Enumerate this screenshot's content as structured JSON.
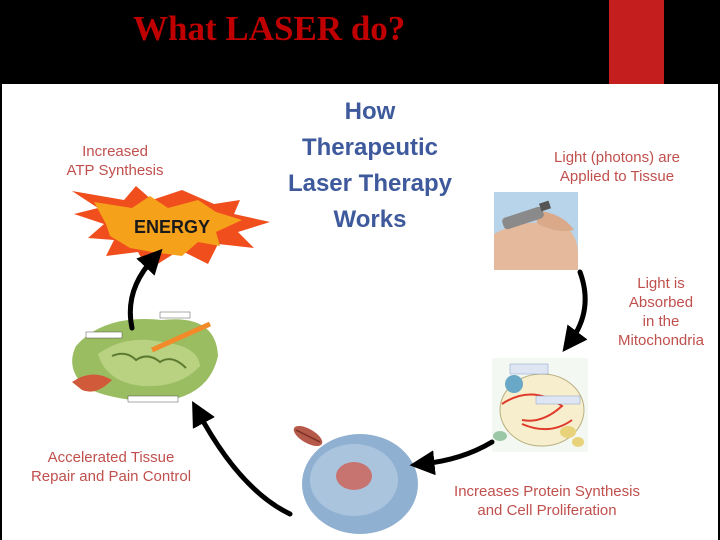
{
  "slide": {
    "title": "What LASER do?"
  },
  "diagram": {
    "heading_lines": [
      "How",
      "Therapeutic",
      "Laser Therapy",
      "Works"
    ],
    "energy_text": "ENERGY",
    "steps": [
      {
        "lines": [
          "Light (photons) are",
          "Applied to Tissue"
        ]
      },
      {
        "lines": [
          "Light is",
          "Absorbed",
          "in the",
          "Mitochondria"
        ]
      },
      {
        "lines": [
          "Increases Protein Synthesis",
          "and Cell Proliferation"
        ]
      },
      {
        "lines": [
          "Accelerated Tissue",
          "Repair and Pain Control"
        ]
      },
      {
        "lines": [
          "Increased",
          "ATP Synthesis"
        ]
      }
    ]
  },
  "colors": {
    "title_red": "#c00000",
    "accent_bar": "#c41e1e",
    "label_red": "#c0504d",
    "heading_blue": "#3e5a9c"
  }
}
